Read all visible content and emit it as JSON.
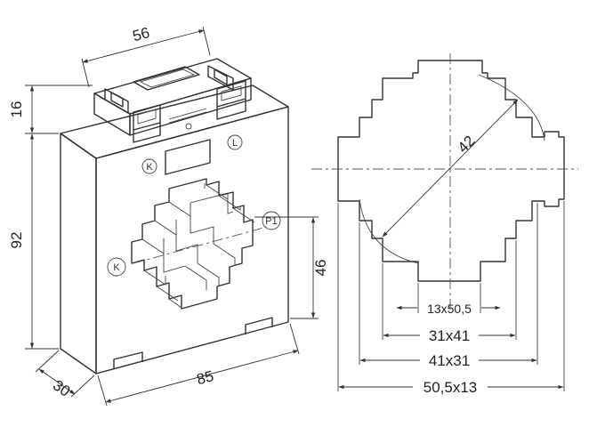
{
  "dimensions": {
    "width_top": "56",
    "height_top": "16",
    "height_body": "92",
    "depth": "30",
    "width_body": "85",
    "window_height": "46",
    "diameter": "42",
    "bar_1": "13x50,5",
    "bar_2": "31x41",
    "bar_3": "41x31",
    "bar_4": "50,5x13"
  },
  "markings": {
    "k_top": "K",
    "l_top": "L",
    "p_side": "P1",
    "k_side": "K"
  }
}
